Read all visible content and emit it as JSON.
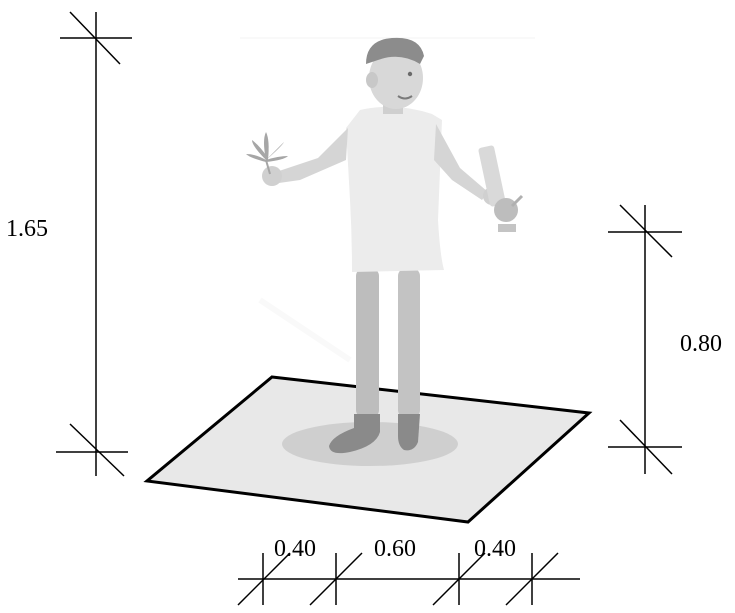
{
  "dimensions": {
    "height": "1.65",
    "hand_height": "0.80",
    "widths": [
      "0.40",
      "0.60",
      "0.40"
    ]
  }
}
